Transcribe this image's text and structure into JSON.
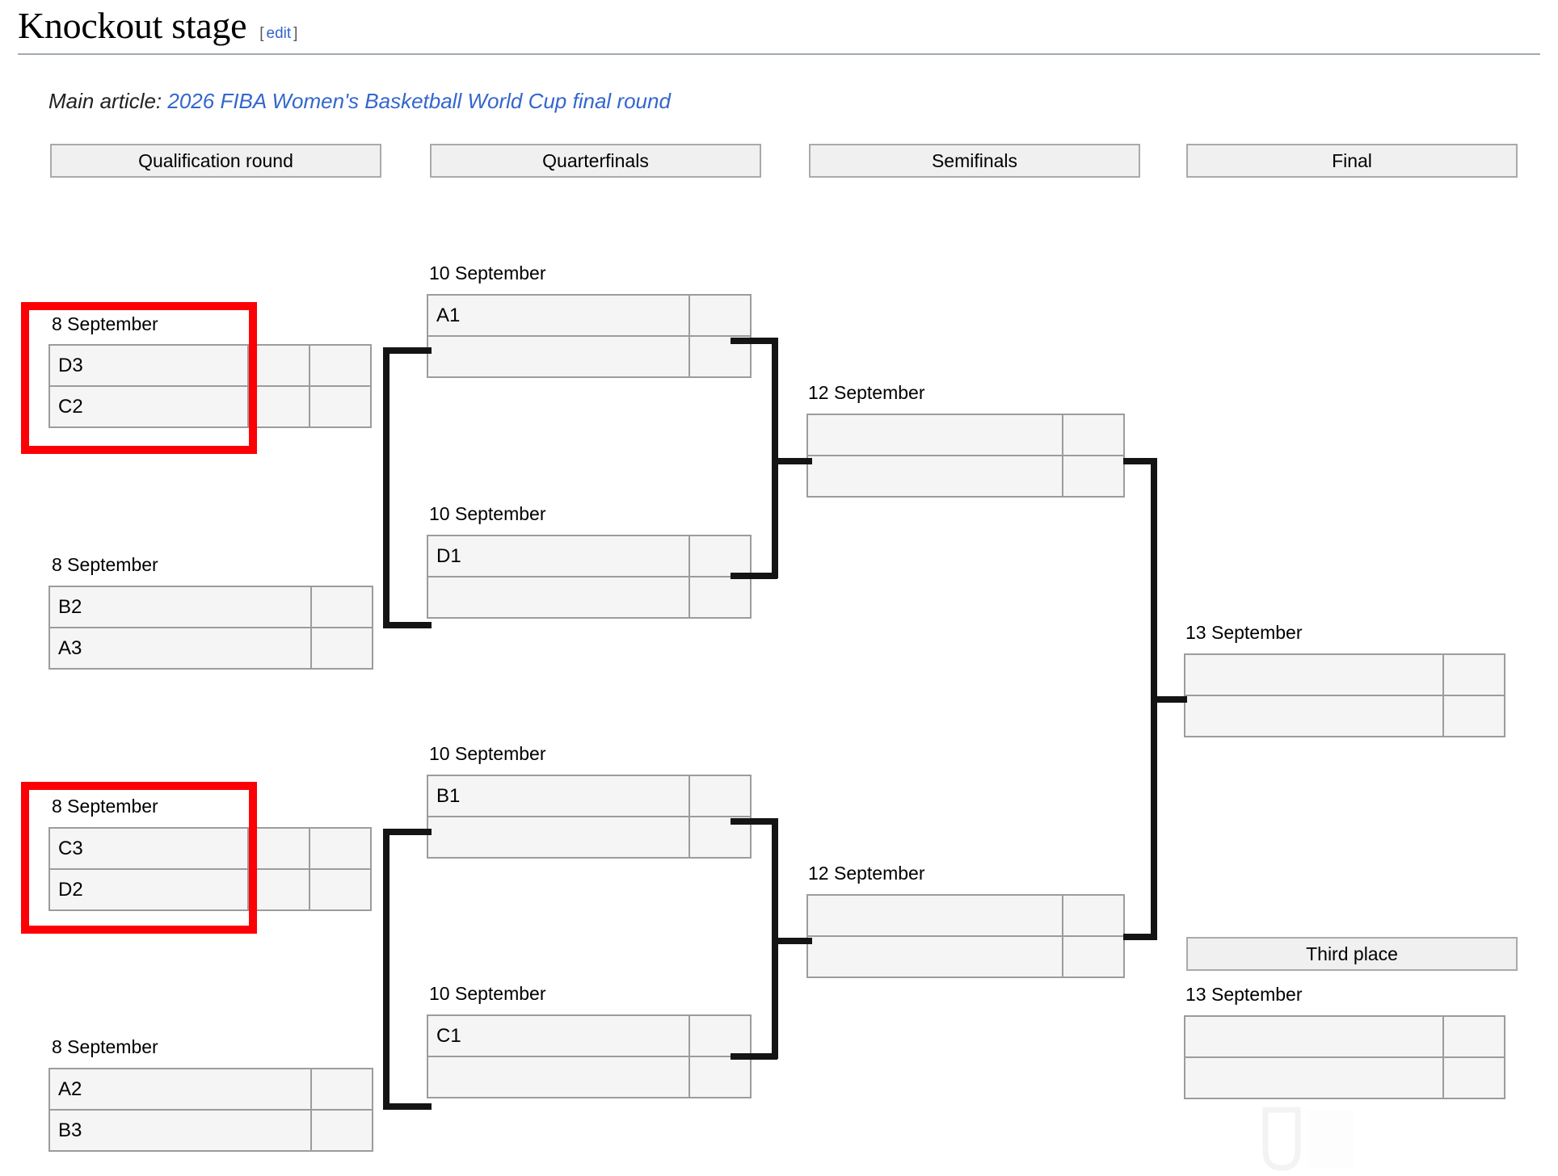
{
  "heading": {
    "title": "Knockout stage",
    "edit_open": "[",
    "edit_label": "edit",
    "edit_close": "]"
  },
  "hatnote": {
    "prefix": "Main article:",
    "link": "2026 FIBA Women's Basketball World Cup final round"
  },
  "rounds": [
    {
      "label": "Qualification round"
    },
    {
      "label": "Quarterfinals"
    },
    {
      "label": "Semifinals"
    },
    {
      "label": "Final"
    },
    {
      "label": "Third place"
    }
  ],
  "colors": {
    "link": "#3366cc",
    "cell_fill": "#f5f5f5",
    "cell_border": "#9c9c9c",
    "header_fill": "#f0f0f0",
    "header_border": "#aaaaaa",
    "connector": "#141414",
    "highlight": "#fd0006"
  },
  "matches": {
    "q1": {
      "date": "8 September",
      "teams": [
        "D3",
        "C2"
      ],
      "scores": [
        [
          "",
          ""
        ],
        [
          "",
          ""
        ]
      ],
      "highlighted": true
    },
    "q2": {
      "date": "8 September",
      "teams": [
        "B2",
        "A3"
      ],
      "scores": [
        [
          ""
        ],
        [
          ""
        ]
      ],
      "highlighted": false
    },
    "q3": {
      "date": "8 September",
      "teams": [
        "C3",
        "D2"
      ],
      "scores": [
        [
          "",
          ""
        ],
        [
          "",
          ""
        ]
      ],
      "highlighted": true
    },
    "q4": {
      "date": "8 September",
      "teams": [
        "A2",
        "B3"
      ],
      "scores": [
        [
          ""
        ],
        [
          ""
        ]
      ],
      "highlighted": false
    },
    "qf1": {
      "date": "10 September",
      "teams": [
        "A1",
        ""
      ],
      "scores": [
        [
          ""
        ],
        [
          ""
        ]
      ]
    },
    "qf2": {
      "date": "10 September",
      "teams": [
        "D1",
        ""
      ],
      "scores": [
        [
          ""
        ],
        [
          ""
        ]
      ]
    },
    "qf3": {
      "date": "10 September",
      "teams": [
        "B1",
        ""
      ],
      "scores": [
        [
          ""
        ],
        [
          ""
        ]
      ]
    },
    "qf4": {
      "date": "10 September",
      "teams": [
        "C1",
        ""
      ],
      "scores": [
        [
          ""
        ],
        [
          ""
        ]
      ]
    },
    "sf1": {
      "date": "12 September",
      "teams": [
        "",
        ""
      ],
      "scores": [
        [
          ""
        ],
        [
          ""
        ]
      ]
    },
    "sf2": {
      "date": "12 September",
      "teams": [
        "",
        ""
      ],
      "scores": [
        [
          ""
        ],
        [
          ""
        ]
      ]
    },
    "final": {
      "date": "13 September",
      "teams": [
        "",
        ""
      ],
      "scores": [
        [
          ""
        ],
        [
          ""
        ]
      ]
    },
    "third": {
      "date": "13 September",
      "teams": [
        "",
        ""
      ],
      "scores": [
        [
          ""
        ],
        [
          ""
        ]
      ]
    }
  }
}
